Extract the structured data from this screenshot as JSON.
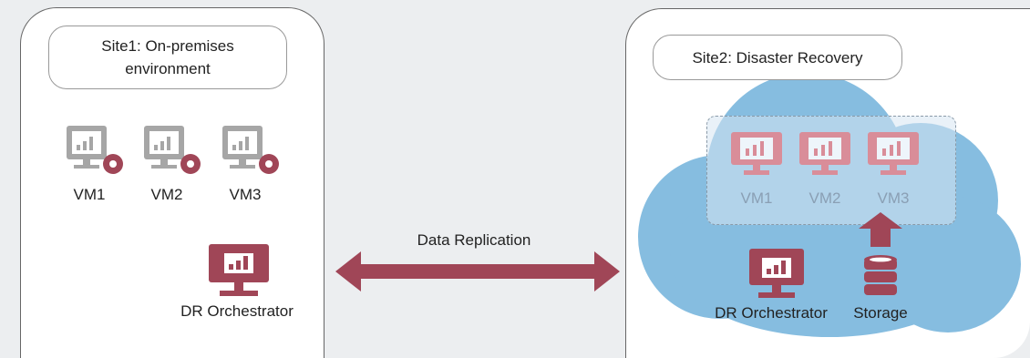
{
  "site1": {
    "title": "Site1: On-premises environment",
    "vms": [
      "VM1",
      "VM2",
      "VM3"
    ],
    "orchestrator_label": "DR Orchestrator"
  },
  "replication": {
    "label": "Data Replication"
  },
  "site2": {
    "title": "Site2: Disaster Recovery",
    "vms": [
      "VM1",
      "VM2",
      "VM3"
    ],
    "orchestrator_label": "DR Orchestrator",
    "storage_label": "Storage"
  },
  "colors": {
    "accent": "#a04657",
    "vm_gray": "#a6a6a6",
    "cloud": "#86bde0",
    "faded_vm": "#d98d99"
  }
}
